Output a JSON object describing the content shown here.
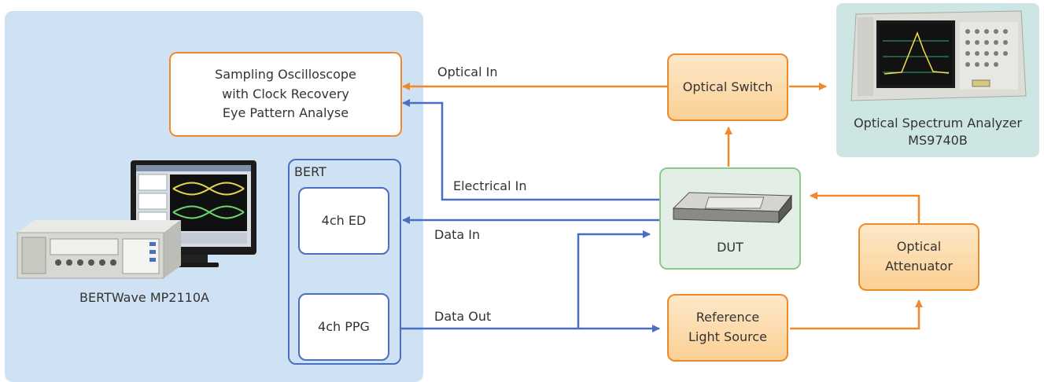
{
  "colors": {
    "orange": "#ef8a2a",
    "blue": "#4a6fc2",
    "panel_blue": "#cfe2f4",
    "panel_teal": "#cde6e3",
    "green": "#8cc98b"
  },
  "osc": {
    "line1": "Sampling Oscilloscope",
    "line2": "with Clock Recovery",
    "line3": "Eye Pattern Analyse"
  },
  "bert": {
    "title": "BERT",
    "ed": "4ch ED",
    "ppg": "4ch PPG"
  },
  "bertwave_label": "BERTWave  MP2110A",
  "switch_label": "Optical Switch",
  "osa": {
    "line1": "Optical Spectrum Analyzer",
    "line2": "MS9740B"
  },
  "dut_label": "DUT",
  "attenuator": {
    "line1": "Optical",
    "line2": "Attenuator"
  },
  "reference": {
    "line1": "Reference",
    "line2": "Light Source"
  },
  "signals": {
    "optical_in": "Optical In",
    "electrical_in": "Electrical In",
    "data_in": "Data In",
    "data_out": "Data Out"
  },
  "icons": {
    "bertwave": "bertwave-instrument-icon",
    "osa": "spectrum-analyzer-instrument-icon",
    "dut": "transceiver-module-icon"
  }
}
